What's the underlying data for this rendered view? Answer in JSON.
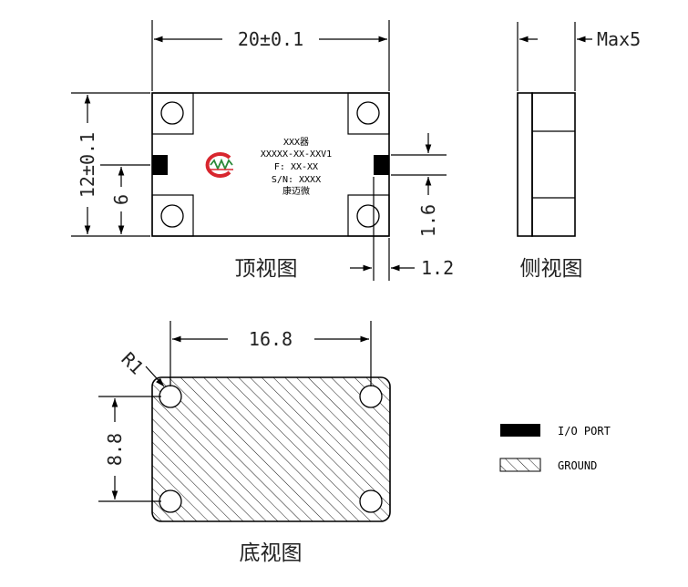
{
  "dimensions": {
    "top_width": "20±0.1",
    "top_height": "12±0.1",
    "top_port_offset": "6",
    "top_port_height": "1.6",
    "top_port_width": "1.2",
    "side_max": "Max5",
    "bottom_width": "16.8",
    "bottom_height": "8.8",
    "bottom_radius": "R1"
  },
  "views": {
    "top": "顶视图",
    "side": "侧视图",
    "bottom": "底视图"
  },
  "chip_label": {
    "line1": "XXX器",
    "line2": "XXXXX-XX-XXV1",
    "line3": "F: XX-XX",
    "line4": "S/N: XXXX",
    "line5": "康迈微"
  },
  "legend": {
    "io_port": "I/O  PORT",
    "ground": "GROUND"
  },
  "colors": {
    "logo_red": "#d8262e",
    "logo_green": "#2c8a3a",
    "ink": "#000000"
  }
}
